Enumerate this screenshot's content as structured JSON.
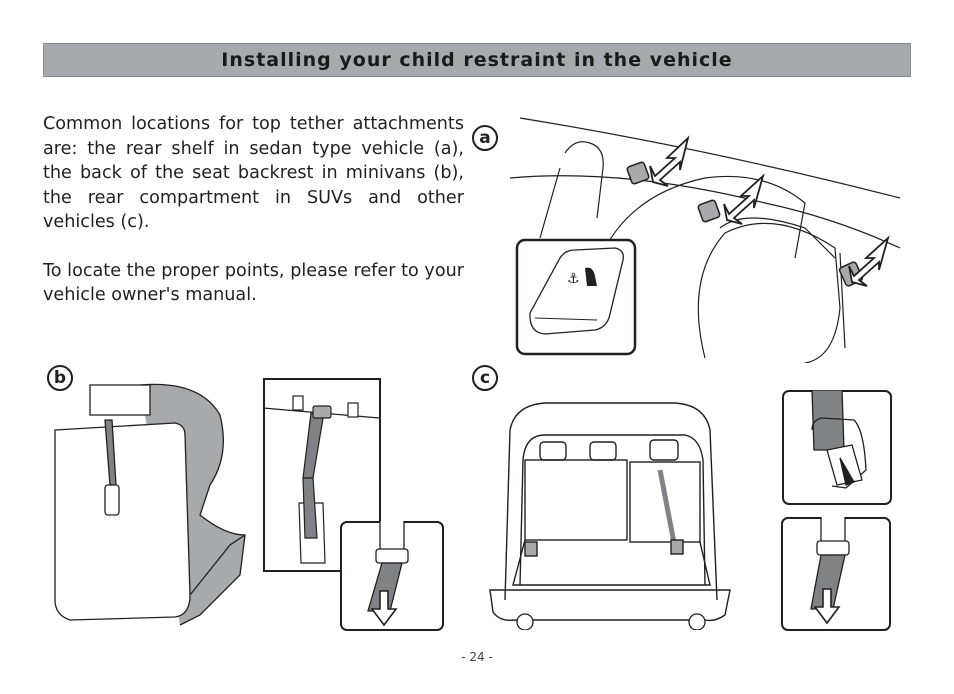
{
  "header": {
    "title": "Installing your child restraint in the vehicle"
  },
  "body": {
    "paragraph_1": "Common locations for top tether attachments are: the rear shelf in sedan type vehicle (a), the back of the seat backrest in minivans (b), the rear compartment in SUVs and other vehicles (c).",
    "paragraph_2": "To locate the proper points, please refer to your vehicle owner's manual."
  },
  "figures": {
    "a": {
      "label": "a"
    },
    "b": {
      "label": "b"
    },
    "c": {
      "label": "c"
    }
  },
  "footer": {
    "page_number": "- 24 -"
  }
}
